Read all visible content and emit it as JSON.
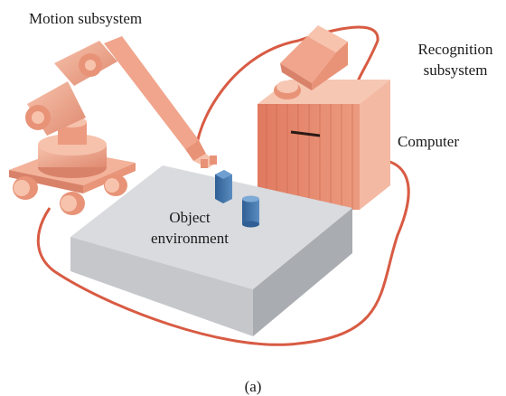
{
  "labels": {
    "motion": "Motion subsystem",
    "recognition_line1": "Recognition",
    "recognition_line2": "subsystem",
    "computer": "Computer",
    "object_line1": "Object",
    "object_line2": "environment",
    "caption": "(a)"
  },
  "colors": {
    "robot": "#f0a58c",
    "robot_dark": "#d9826a",
    "computer_light": "#f6c2ac",
    "computer_front": "#e88d72",
    "table_top": "#d7d9dc",
    "table_side": "#b8bbbf",
    "cable": "#d85b43",
    "object": "#3d6fa3"
  }
}
